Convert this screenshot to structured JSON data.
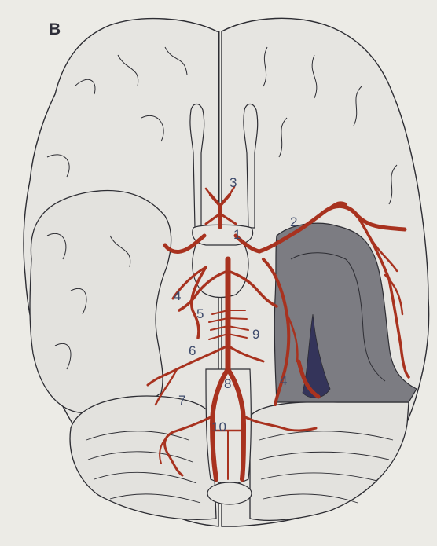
{
  "panel_label": "B",
  "labels": [
    {
      "id": "label-1",
      "text": "1"
    },
    {
      "id": "label-2",
      "text": "2"
    },
    {
      "id": "label-3",
      "text": "3"
    },
    {
      "id": "label-4-left",
      "text": "4"
    },
    {
      "id": "label-4-right",
      "text": "4"
    },
    {
      "id": "label-5",
      "text": "5"
    },
    {
      "id": "label-6",
      "text": "6"
    },
    {
      "id": "label-7",
      "text": "7"
    },
    {
      "id": "label-8",
      "text": "8"
    },
    {
      "id": "label-9",
      "text": "9"
    },
    {
      "id": "label-10",
      "text": "10"
    }
  ],
  "colors": {
    "background": "#ecebe6",
    "brain_fill": "#e6e5e1",
    "outline": "#2d2d33",
    "artery": "#a8321f",
    "lesion_fill": "#7c7c82",
    "lesion_inner": "#5e5e66",
    "label_color": "#3d4a6b"
  }
}
